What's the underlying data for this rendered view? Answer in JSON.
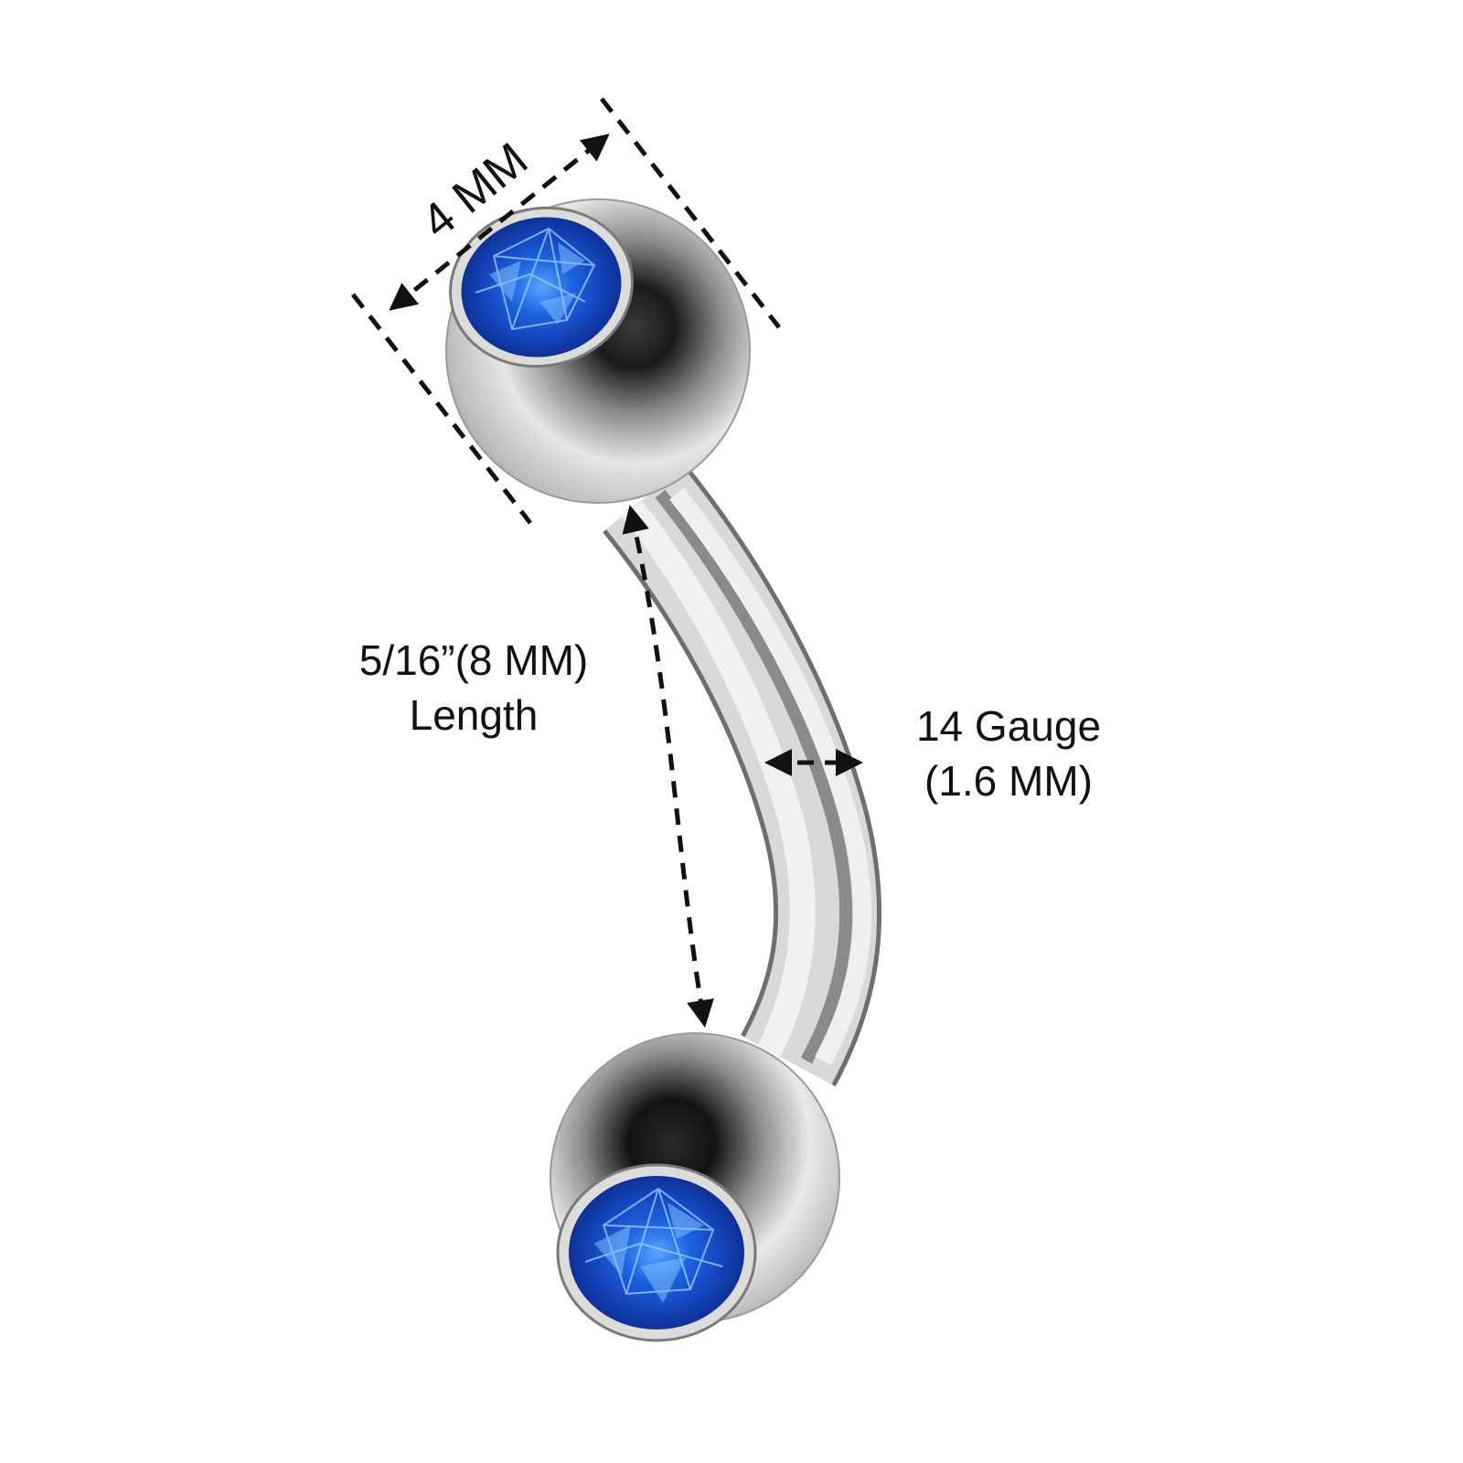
{
  "dimensions": {
    "ball_diameter": "4 MM",
    "length_line1": "5/16”(8 MM)",
    "length_line2": "Length",
    "gauge_line1": "14 Gauge",
    "gauge_line2": "(1.6 MM)"
  },
  "colors": {
    "background": "#ffffff",
    "metal": "#c8c8c8",
    "gem": "#1f5fd6",
    "dimension_line": "#111111"
  }
}
